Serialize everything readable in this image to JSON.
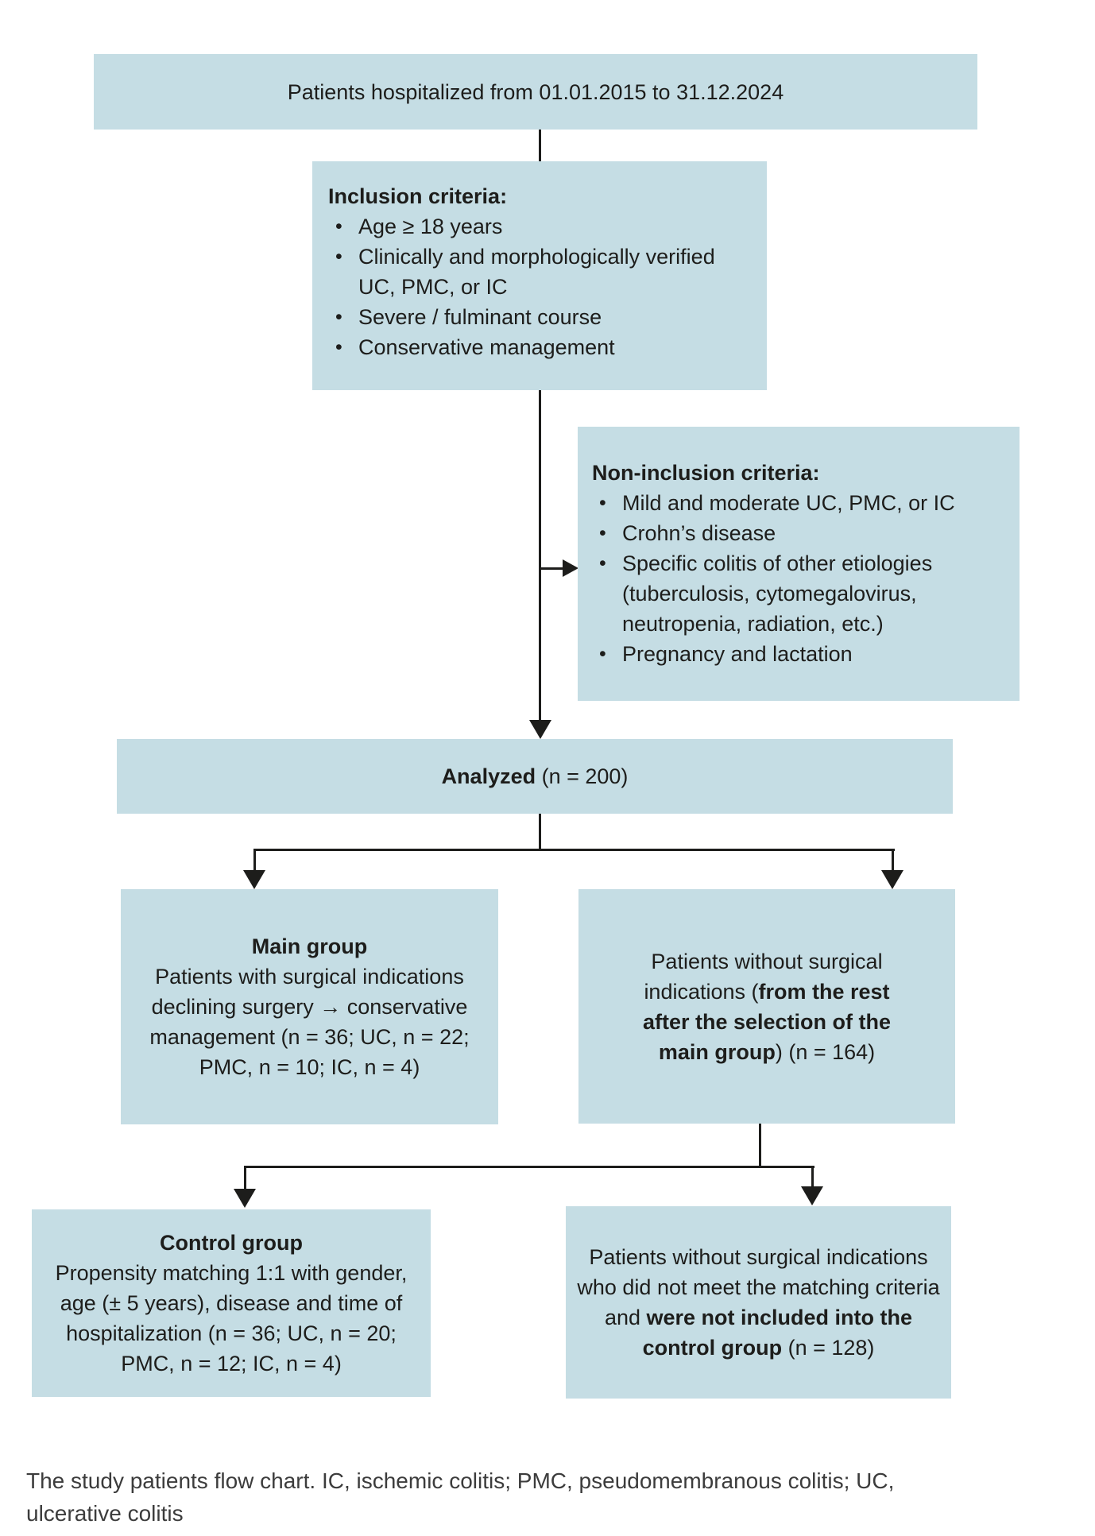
{
  "palette": {
    "box_fill": "#c5dde4",
    "line": "#1d1d1b",
    "text": "#1d1d1b",
    "caption_text": "#3c3c3c",
    "background": "#ffffff"
  },
  "boxes": {
    "hospitalized": {
      "text": "Patients hospitalized from 01.01.2015 to 31.12.2024"
    },
    "inclusion": {
      "title": "Inclusion criteria:",
      "items": [
        "Age ≥ 18 years",
        "Clinically and morphologically verified UC, PMC, or IC",
        "Severe / fulminant course",
        "Conservative management"
      ]
    },
    "non_inclusion": {
      "title": "Non-inclusion criteria:",
      "items": [
        "Mild and moderate UC, PMC, or IC",
        "Crohn’s disease",
        "Specific colitis of other etiologies (tuberculosis, cytomegalovirus, neutropenia, radiation, etc.)",
        "Pregnancy and lactation"
      ]
    },
    "analyzed": {
      "label": "Analyzed",
      "count": " (n = 200)"
    },
    "main_group": {
      "title": "Main group",
      "body": "Patients with surgical indications declining surgery → conservative management (n = 36; UC, n = 22; PMC, n = 10; IC, n = 4)"
    },
    "without_indications": {
      "pre": "Patients without surgical indications (",
      "bold": "from the rest after the selection of the main group",
      "post": ") (n = 164)"
    },
    "control_group": {
      "title": "Control group",
      "body": "Propensity matching 1:1 with gender, age (± 5 years), disease and time of hospitalization (n = 36; UC, n = 20; PMC, n = 12; IC, n = 4)"
    },
    "not_included": {
      "pre": "Patients without surgical indications who did not meet the matching criteria and ",
      "bold": "were not included into the control group",
      "post": " (n = 128)"
    }
  },
  "caption": "The study patients flow chart. IC, ischemic colitis; PMC, pseudomembranous colitis; UC, ulcerative colitis"
}
